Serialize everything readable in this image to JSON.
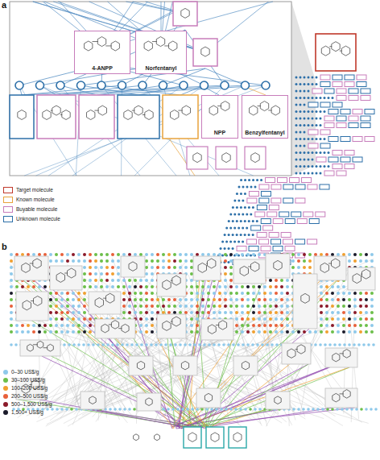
{
  "diagram": {
    "nodes": [
      {
        "text": [
          "4-ANPP"
        ]
      },
      {
        "text": [
          "Norfentanyl"
        ]
      },
      {
        "text": [
          "NPP"
        ]
      },
      {
        "text": [
          "Benzylfentanyl"
        ]
      }
    ],
    "labels": [
      "a",
      "b"
    ],
    "legend": [
      {
        "text": "Target molecule",
        "color": "#c0392b"
      },
      {
        "text": "Known molecule",
        "color": "#e8a33d"
      },
      {
        "text": "Buyable molecule",
        "color": "#c77dbb"
      },
      {
        "text": "Unknown molecule",
        "color": "#2c6fa8"
      },
      {
        "text": "0–30 US$/g",
        "color": "#8ec9ea"
      },
      {
        "text": "30–100 US$/g",
        "color": "#6cbf4a"
      },
      {
        "text": "100–200 US$/g",
        "color": "#f0a030"
      },
      {
        "text": "200–500 US$/g",
        "color": "#e8603a"
      },
      {
        "text": "500–1,500 US$/g",
        "color": "#8b1a2a"
      },
      {
        "text": "1,500+ US$/g",
        "color": "#1a1a2a"
      }
    ]
  }
}
